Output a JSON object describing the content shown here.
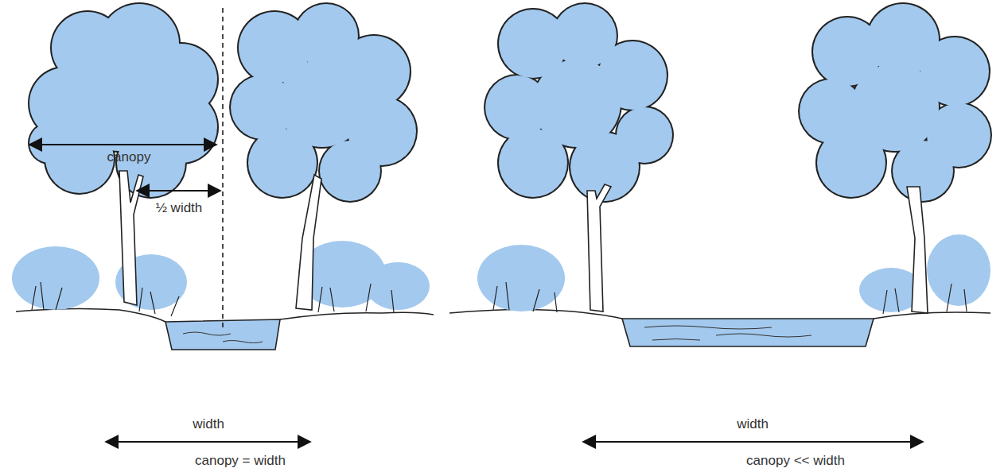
{
  "diagram": {
    "labels": [
      "canopy",
      "½ width",
      "width",
      "canopy = width",
      "width",
      "canopy << width"
    ]
  }
}
